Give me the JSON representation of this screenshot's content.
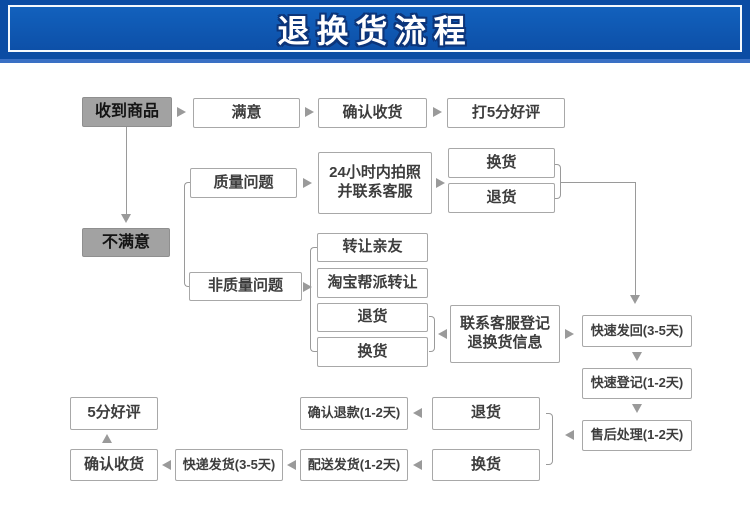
{
  "title": "退换货流程",
  "colors": {
    "banner_outer": "#0b4ca4",
    "banner_inner": "#1261bd",
    "banner_border": "#f4f8fd",
    "title_fill": "#ffffff",
    "title_outline": "#0c357a",
    "box_border": "#a8a8a8",
    "box_text": "#3d3d3d",
    "gray_box_fill": "#a2a2a2",
    "connector": "#9a9a9a"
  },
  "nodes": {
    "received": "收到商品",
    "satisfied": "满意",
    "confirm_receipt_top": "确认收货",
    "five_star_top": "打5分好评",
    "unsatisfied": "不满意",
    "quality_issue": "质量问题",
    "photo24_line1": "24小时内拍照",
    "photo24_line2": "并联系客服",
    "exchange_quality": "换货",
    "return_quality": "退货",
    "non_quality_issue": "非质量问题",
    "transfer_friends": "转让亲友",
    "taobao_transfer": "淘宝帮派转让",
    "return_nonquality": "退货",
    "exchange_nonquality": "换货",
    "contact_line1": "联系客服登记",
    "contact_line2": "退换货信息",
    "fast_sendback": "快速发回(3-5天)",
    "fast_register": "快速登记(1-2天)",
    "aftersales": "售后处理(1-2天)",
    "five_star_bottom": "5分好评",
    "confirm_refund": "确认退款(1-2天)",
    "return_bottom": "退货",
    "confirm_receipt_bottom": "确认收货",
    "express_ship": "快递发货(3-5天)",
    "delivery_ship": "配送发货(1-2天)",
    "exchange_bottom": "换货"
  }
}
